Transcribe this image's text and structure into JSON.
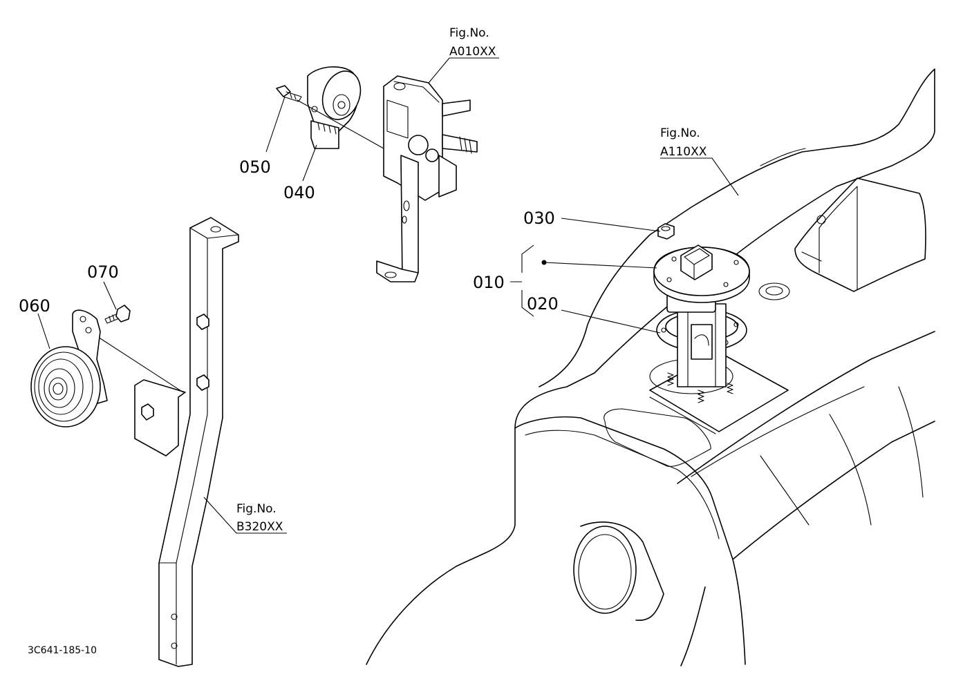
{
  "parts": [
    {
      "id": "p010",
      "number": "010"
    },
    {
      "id": "p020",
      "number": "020"
    },
    {
      "id": "p030",
      "number": "030"
    },
    {
      "id": "p040",
      "number": "040"
    },
    {
      "id": "p050",
      "number": "050"
    },
    {
      "id": "p060",
      "number": "060"
    },
    {
      "id": "p070",
      "number": "070"
    }
  ],
  "figure_refs": [
    {
      "label": "Fig.No.",
      "code": "A010XX"
    },
    {
      "label": "Fig.No.",
      "code": "A110XX"
    },
    {
      "label": "Fig.No.",
      "code": "B320XX"
    }
  ],
  "document_code": "3C641-185-10"
}
